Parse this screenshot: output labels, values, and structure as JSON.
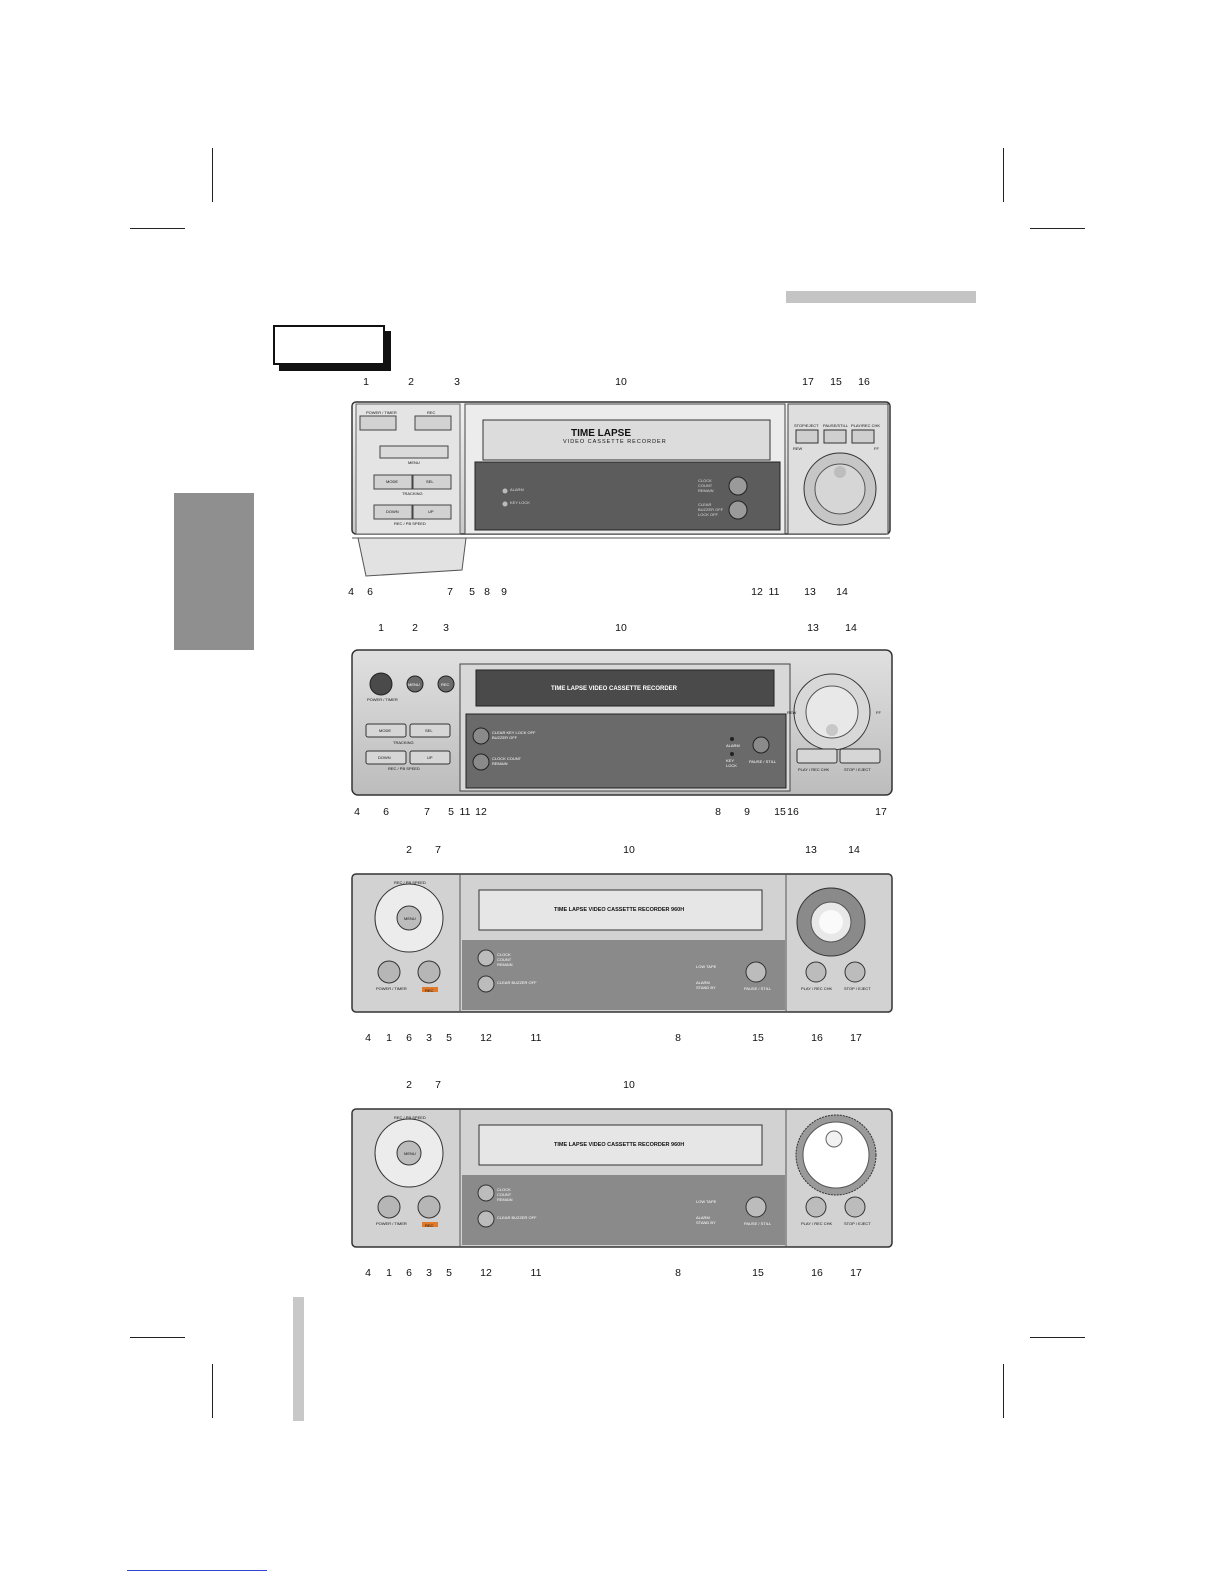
{
  "figures": [
    {
      "id": "model-a",
      "brand_title": "TIME LAPSE",
      "brand_subtitle": "VIDEO CASSETTE RECORDER",
      "labels": {
        "power": "POWER / TIMER",
        "rec": "REC",
        "menu": "MENU",
        "tracking": "TRACKING",
        "speed": "REC / PB SPEED",
        "mode": "MODE",
        "sel": "SEL",
        "down": "DOWN",
        "up": "UP",
        "alarm": "ALARM",
        "key_lock": "KEY LOCK",
        "clock": "CLOCK COUNT REMAIN",
        "clear": "CLEAR BUZZER OFF LOCK OFF",
        "stop_eject": "STOP/EJECT",
        "pause_still": "PAUSE/STILL",
        "play_rec_chk": "PLAY/REC CHK",
        "rew": "REW",
        "ff": "FF"
      },
      "top_callouts": [
        "1",
        "2",
        "3",
        "10",
        "17",
        "15",
        "16"
      ],
      "bottom_callouts": [
        "4",
        "6",
        "7",
        "5",
        "8",
        "9",
        "12",
        "11",
        "13",
        "14"
      ]
    },
    {
      "id": "model-b",
      "brand_title": "TIME LAPSE VIDEO CASSETTE RECORDER",
      "labels": {
        "power": "POWER / TIMER",
        "menu": "MENU",
        "rec": "REC",
        "mode": "MODE",
        "sel": "SEL",
        "down": "DOWN",
        "up": "UP",
        "tracking": "TRACKING",
        "speed": "REC / PB SPEED",
        "clear": "CLEAR KEY LOCK OFF BUZZER OFF",
        "clock": "CLOCK COUNT REMAIN",
        "alarm": "ALARM",
        "key_lock": "KEY LOCK",
        "pause_still": "PAUSE / STILL",
        "play_rec_chk": "PLAY / REC CHK",
        "stop_eject": "STOP / EJECT",
        "rew": "REW",
        "ff": "FF"
      },
      "top_callouts": [
        "1",
        "2",
        "3",
        "10",
        "13",
        "14"
      ],
      "bottom_callouts": [
        "4",
        "6",
        "7",
        "5",
        "11",
        "12",
        "8",
        "9",
        "15",
        "16",
        "17"
      ]
    },
    {
      "id": "model-c",
      "brand_title": "TIME LAPSE VIDEO CASSETTE RECORDER 960H",
      "labels": {
        "speed": "REC / PB SPEED",
        "menu": "MENU",
        "power": "POWER / TIMER",
        "rec": "REC",
        "clock": "CLOCK COUNT REMAIN",
        "clear": "CLEAR BUZZER OFF",
        "low_tape": "LOW TAPE",
        "alarm": "ALARM STAND BY",
        "pause_still": "PAUSE / STILL",
        "play_rec_chk": "PLAY / REC CHK",
        "stop_eject": "STOP / EJECT"
      },
      "top_callouts": [
        "2",
        "7",
        "10",
        "13",
        "14"
      ],
      "bottom_callouts": [
        "4",
        "1",
        "6",
        "3",
        "5",
        "12",
        "11",
        "8",
        "15",
        "16",
        "17"
      ]
    },
    {
      "id": "model-d",
      "brand_title": "TIME LAPSE VIDEO CASSETTE RECORDER 960H",
      "labels": {
        "speed": "REC / PB SPEED",
        "menu": "MENU",
        "power": "POWER / TIMER",
        "rec": "REC",
        "clock": "CLOCK COUNT REMAIN",
        "clear": "CLEAR BUZZER OFF",
        "low_tape": "LOW TAPE",
        "alarm": "ALARM STAND BY",
        "pause_still": "PAUSE / STILL",
        "play_rec_chk": "PLAY / REC CHK",
        "stop_eject": "STOP / EJECT"
      },
      "top_callouts": [
        "2",
        "7",
        "10"
      ],
      "bottom_callouts": [
        "4",
        "1",
        "6",
        "3",
        "5",
        "12",
        "11",
        "8",
        "15",
        "16",
        "17"
      ]
    }
  ]
}
